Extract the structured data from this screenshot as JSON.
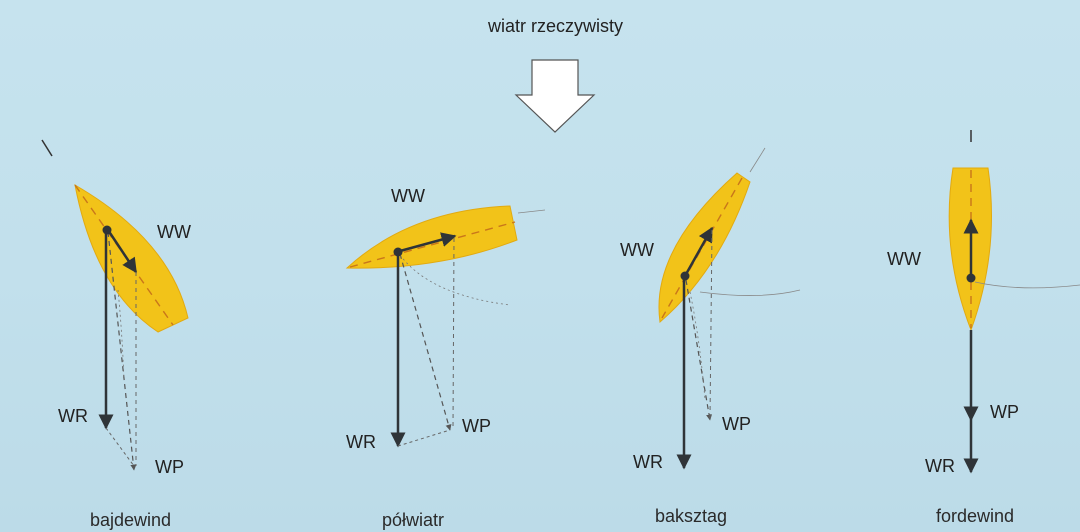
{
  "title": "wiatr rzeczywisty",
  "colors": {
    "hull": "#f2c319",
    "hull_edge": "#e2aa10",
    "vector": "#2f3438",
    "background": "#c4e1ed"
  },
  "boats": [
    {
      "caption": "bajdewind",
      "ww": "WW",
      "wr": "WR",
      "wp": "WP"
    },
    {
      "caption": "półwiatr",
      "ww": "WW",
      "wr": "WR",
      "wp": "WP"
    },
    {
      "caption": "baksztag",
      "ww": "WW",
      "wr": "WR",
      "wp": "WP"
    },
    {
      "caption": "fordewind",
      "ww": "WW",
      "wr": "WR",
      "wp": "WP"
    }
  ]
}
